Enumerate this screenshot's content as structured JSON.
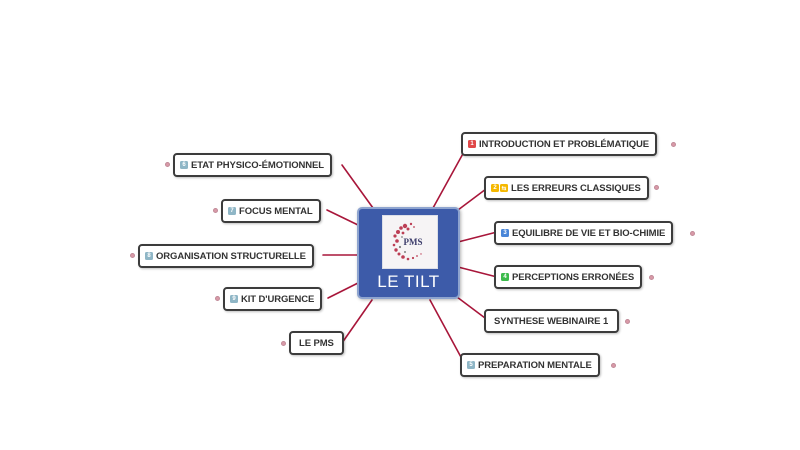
{
  "colors": {
    "center_fill": "#3d5ba9",
    "link": "#a8163a",
    "node_border": "#3c3c3c",
    "badge_red": "#e04848",
    "badge_orange": "#f5b800",
    "badge_blue": "#4a86d8",
    "badge_green": "#3cbb4c",
    "badge_gray": "#8fb6c6"
  },
  "central_topic": {
    "title": "LE TILT",
    "logo_text": "PMS"
  },
  "right_topics": [
    {
      "label": "INTRODUCTION ET PROBLÉMATIQUE",
      "badge": "1",
      "badge_color": "#e04848"
    },
    {
      "label": "LES ERREURS CLASSIQUES",
      "badge": "2",
      "badge_color": "#f5b800",
      "badge_extra": "⇆"
    },
    {
      "label": "EQUILIBRE DE VIE ET BIO-CHIMIE",
      "badge": "3",
      "badge_color": "#4a86d8"
    },
    {
      "label": "PERCEPTIONS ERRONÉES",
      "badge": "4",
      "badge_color": "#3cbb4c"
    },
    {
      "label": "SYNTHESE WEBINAIRE 1",
      "badge": null
    },
    {
      "label": "PREPARATION MENTALE",
      "badge": "5",
      "badge_color": "#8fb6c6"
    }
  ],
  "left_topics": [
    {
      "label": "ETAT PHYSICO-ÉMOTIONNEL",
      "badge": "6",
      "badge_color": "#8fb6c6"
    },
    {
      "label": "FOCUS MENTAL",
      "badge": "7",
      "badge_color": "#8fb6c6"
    },
    {
      "label": "ORGANISATION STRUCTURELLE",
      "badge": "8",
      "badge_color": "#8fb6c6"
    },
    {
      "label": "KIT D'URGENCE",
      "badge": "9",
      "badge_color": "#8fb6c6"
    },
    {
      "label": "LE PMS",
      "badge": null
    }
  ]
}
